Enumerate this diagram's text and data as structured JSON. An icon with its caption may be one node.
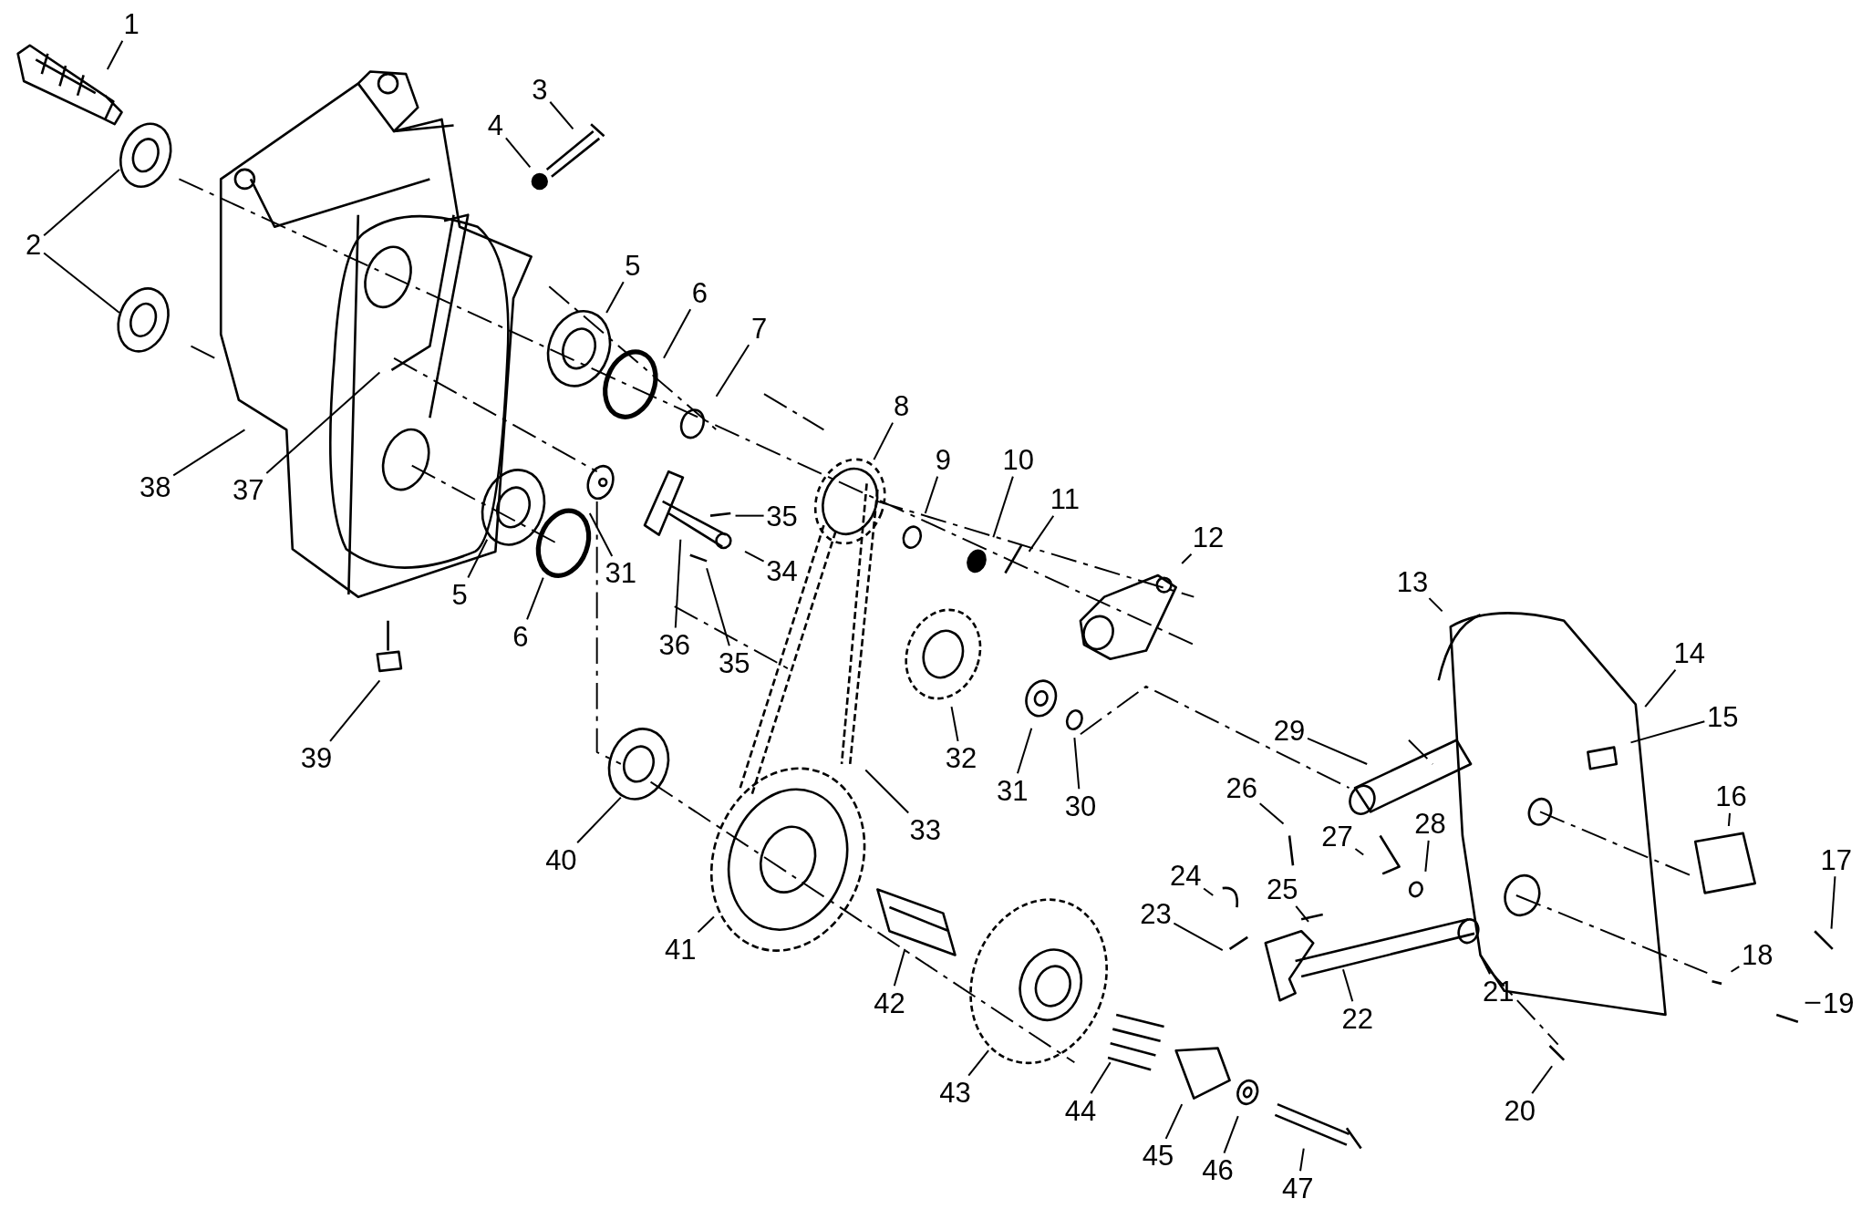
{
  "diagram": {
    "nodes": [
      {
        "text": [
          "1"
        ]
      },
      {
        "text": [
          "2"
        ]
      },
      {
        "text": [
          "3"
        ]
      },
      {
        "text": [
          "4"
        ]
      },
      {
        "text": [
          "5"
        ]
      },
      {
        "text": [
          "6"
        ]
      },
      {
        "text": [
          "7"
        ]
      },
      {
        "text": [
          "8"
        ]
      },
      {
        "text": [
          "9"
        ]
      },
      {
        "text": [
          "10"
        ]
      },
      {
        "text": [
          "11"
        ]
      },
      {
        "text": [
          "12"
        ]
      },
      {
        "text": [
          "13"
        ]
      },
      {
        "text": [
          "14"
        ]
      },
      {
        "text": [
          "15"
        ]
      },
      {
        "text": [
          "16"
        ]
      },
      {
        "text": [
          "17"
        ]
      },
      {
        "text": [
          "18"
        ]
      },
      {
        "text": [
          "19"
        ]
      },
      {
        "text": [
          "20"
        ]
      },
      {
        "text": [
          "21"
        ]
      },
      {
        "text": [
          "22"
        ]
      },
      {
        "text": [
          "23"
        ]
      },
      {
        "text": [
          "24"
        ]
      },
      {
        "text": [
          "25"
        ]
      },
      {
        "text": [
          "26"
        ]
      },
      {
        "text": [
          "27"
        ]
      },
      {
        "text": [
          "28"
        ]
      },
      {
        "text": [
          "29"
        ]
      },
      {
        "text": [
          "30"
        ]
      },
      {
        "text": [
          "31"
        ]
      },
      {
        "text": [
          "31"
        ]
      },
      {
        "text": [
          "32"
        ]
      },
      {
        "text": [
          "33"
        ]
      },
      {
        "text": [
          "34"
        ]
      },
      {
        "text": [
          "35"
        ]
      },
      {
        "text": [
          "35"
        ]
      },
      {
        "text": [
          "36"
        ]
      },
      {
        "text": [
          "37"
        ]
      },
      {
        "text": [
          "38"
        ]
      },
      {
        "text": [
          "39"
        ]
      },
      {
        "text": [
          "40"
        ]
      },
      {
        "text": [
          "41"
        ]
      },
      {
        "text": [
          "42"
        ]
      },
      {
        "text": [
          "43"
        ]
      },
      {
        "text": [
          "44"
        ]
      },
      {
        "text": [
          "45"
        ]
      },
      {
        "text": [
          "46"
        ]
      },
      {
        "text": [
          "47"
        ]
      },
      {
        "text": [
          "5"
        ]
      },
      {
        "text": [
          "6"
        ]
      }
    ],
    "edges": [
      {
        "from": 0,
        "to": null,
        "arrow": "none"
      },
      {
        "from": 1,
        "to": null,
        "arrow": "none"
      },
      {
        "from": 1,
        "to": null,
        "arrow": "none"
      },
      {
        "from": 2,
        "to": null,
        "arrow": "none"
      },
      {
        "from": 3,
        "to": null,
        "arrow": "none"
      },
      {
        "from": 4,
        "to": null,
        "arrow": "none"
      },
      {
        "from": 5,
        "to": null,
        "arrow": "none"
      },
      {
        "from": 6,
        "to": null,
        "arrow": "none"
      },
      {
        "from": 7,
        "to": null,
        "arrow": "none"
      },
      {
        "from": 8,
        "to": null,
        "arrow": "none"
      },
      {
        "from": 9,
        "to": null,
        "arrow": "none"
      },
      {
        "from": 10,
        "to": null,
        "arrow": "none"
      },
      {
        "from": 11,
        "to": null,
        "arrow": "none"
      },
      {
        "from": 12,
        "to": null,
        "arrow": "none"
      },
      {
        "from": 13,
        "to": null,
        "arrow": "none"
      },
      {
        "from": 14,
        "to": null,
        "arrow": "none"
      },
      {
        "from": 15,
        "to": null,
        "arrow": "none"
      },
      {
        "from": 16,
        "to": null,
        "arrow": "none"
      },
      {
        "from": 17,
        "to": null,
        "arrow": "none"
      },
      {
        "from": 18,
        "to": null,
        "arrow": "none"
      },
      {
        "from": 19,
        "to": null,
        "arrow": "none"
      },
      {
        "from": 20,
        "to": null,
        "arrow": "none"
      },
      {
        "from": 21,
        "to": null,
        "arrow": "none"
      },
      {
        "from": 22,
        "to": null,
        "arrow": "none"
      },
      {
        "from": 23,
        "to": null,
        "arrow": "none"
      },
      {
        "from": 24,
        "to": null,
        "arrow": "none"
      },
      {
        "from": 25,
        "to": null,
        "arrow": "none"
      },
      {
        "from": 26,
        "to": null,
        "arrow": "none"
      },
      {
        "from": 27,
        "to": null,
        "arrow": "none"
      },
      {
        "from": 28,
        "to": null,
        "arrow": "none"
      },
      {
        "from": 29,
        "to": null,
        "arrow": "none"
      },
      {
        "from": 30,
        "to": null,
        "arrow": "none"
      },
      {
        "from": 31,
        "to": null,
        "arrow": "none"
      },
      {
        "from": 32,
        "to": null,
        "arrow": "none"
      },
      {
        "from": 33,
        "to": null,
        "arrow": "none"
      },
      {
        "from": 34,
        "to": null,
        "arrow": "none"
      },
      {
        "from": 35,
        "to": null,
        "arrow": "none"
      },
      {
        "from": 36,
        "to": null,
        "arrow": "none"
      },
      {
        "from": 37,
        "to": null,
        "arrow": "none"
      },
      {
        "from": 38,
        "to": null,
        "arrow": "none"
      },
      {
        "from": 39,
        "to": null,
        "arrow": "none"
      },
      {
        "from": 40,
        "to": null,
        "arrow": "none"
      },
      {
        "from": 41,
        "to": null,
        "arrow": "none"
      },
      {
        "from": 42,
        "to": null,
        "arrow": "none"
      },
      {
        "from": 43,
        "to": null,
        "arrow": "none"
      },
      {
        "from": 44,
        "to": null,
        "arrow": "none"
      },
      {
        "from": 45,
        "to": null,
        "arrow": "none"
      },
      {
        "from": 46,
        "to": null,
        "arrow": "none"
      },
      {
        "from": 47,
        "to": null,
        "arrow": "none"
      },
      {
        "from": 48,
        "to": null,
        "arrow": "none"
      },
      {
        "from": 49,
        "to": null,
        "arrow": "none"
      },
      {
        "from": 50,
        "to": null,
        "arrow": "none"
      }
    ]
  }
}
